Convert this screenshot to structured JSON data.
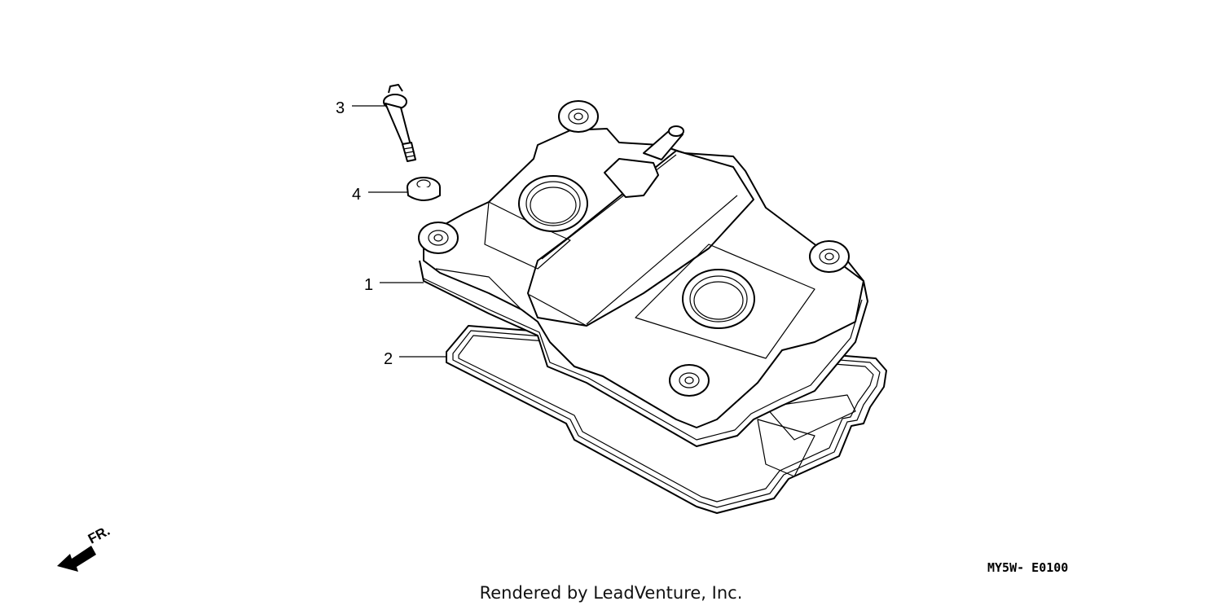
{
  "callouts": {
    "c1": "1",
    "c2": "2",
    "c3": "3",
    "c4": "4"
  },
  "direction_label": "FR.",
  "diagram_code": "MY5W- E0100",
  "credit": "Rendered by LeadVenture, Inc."
}
